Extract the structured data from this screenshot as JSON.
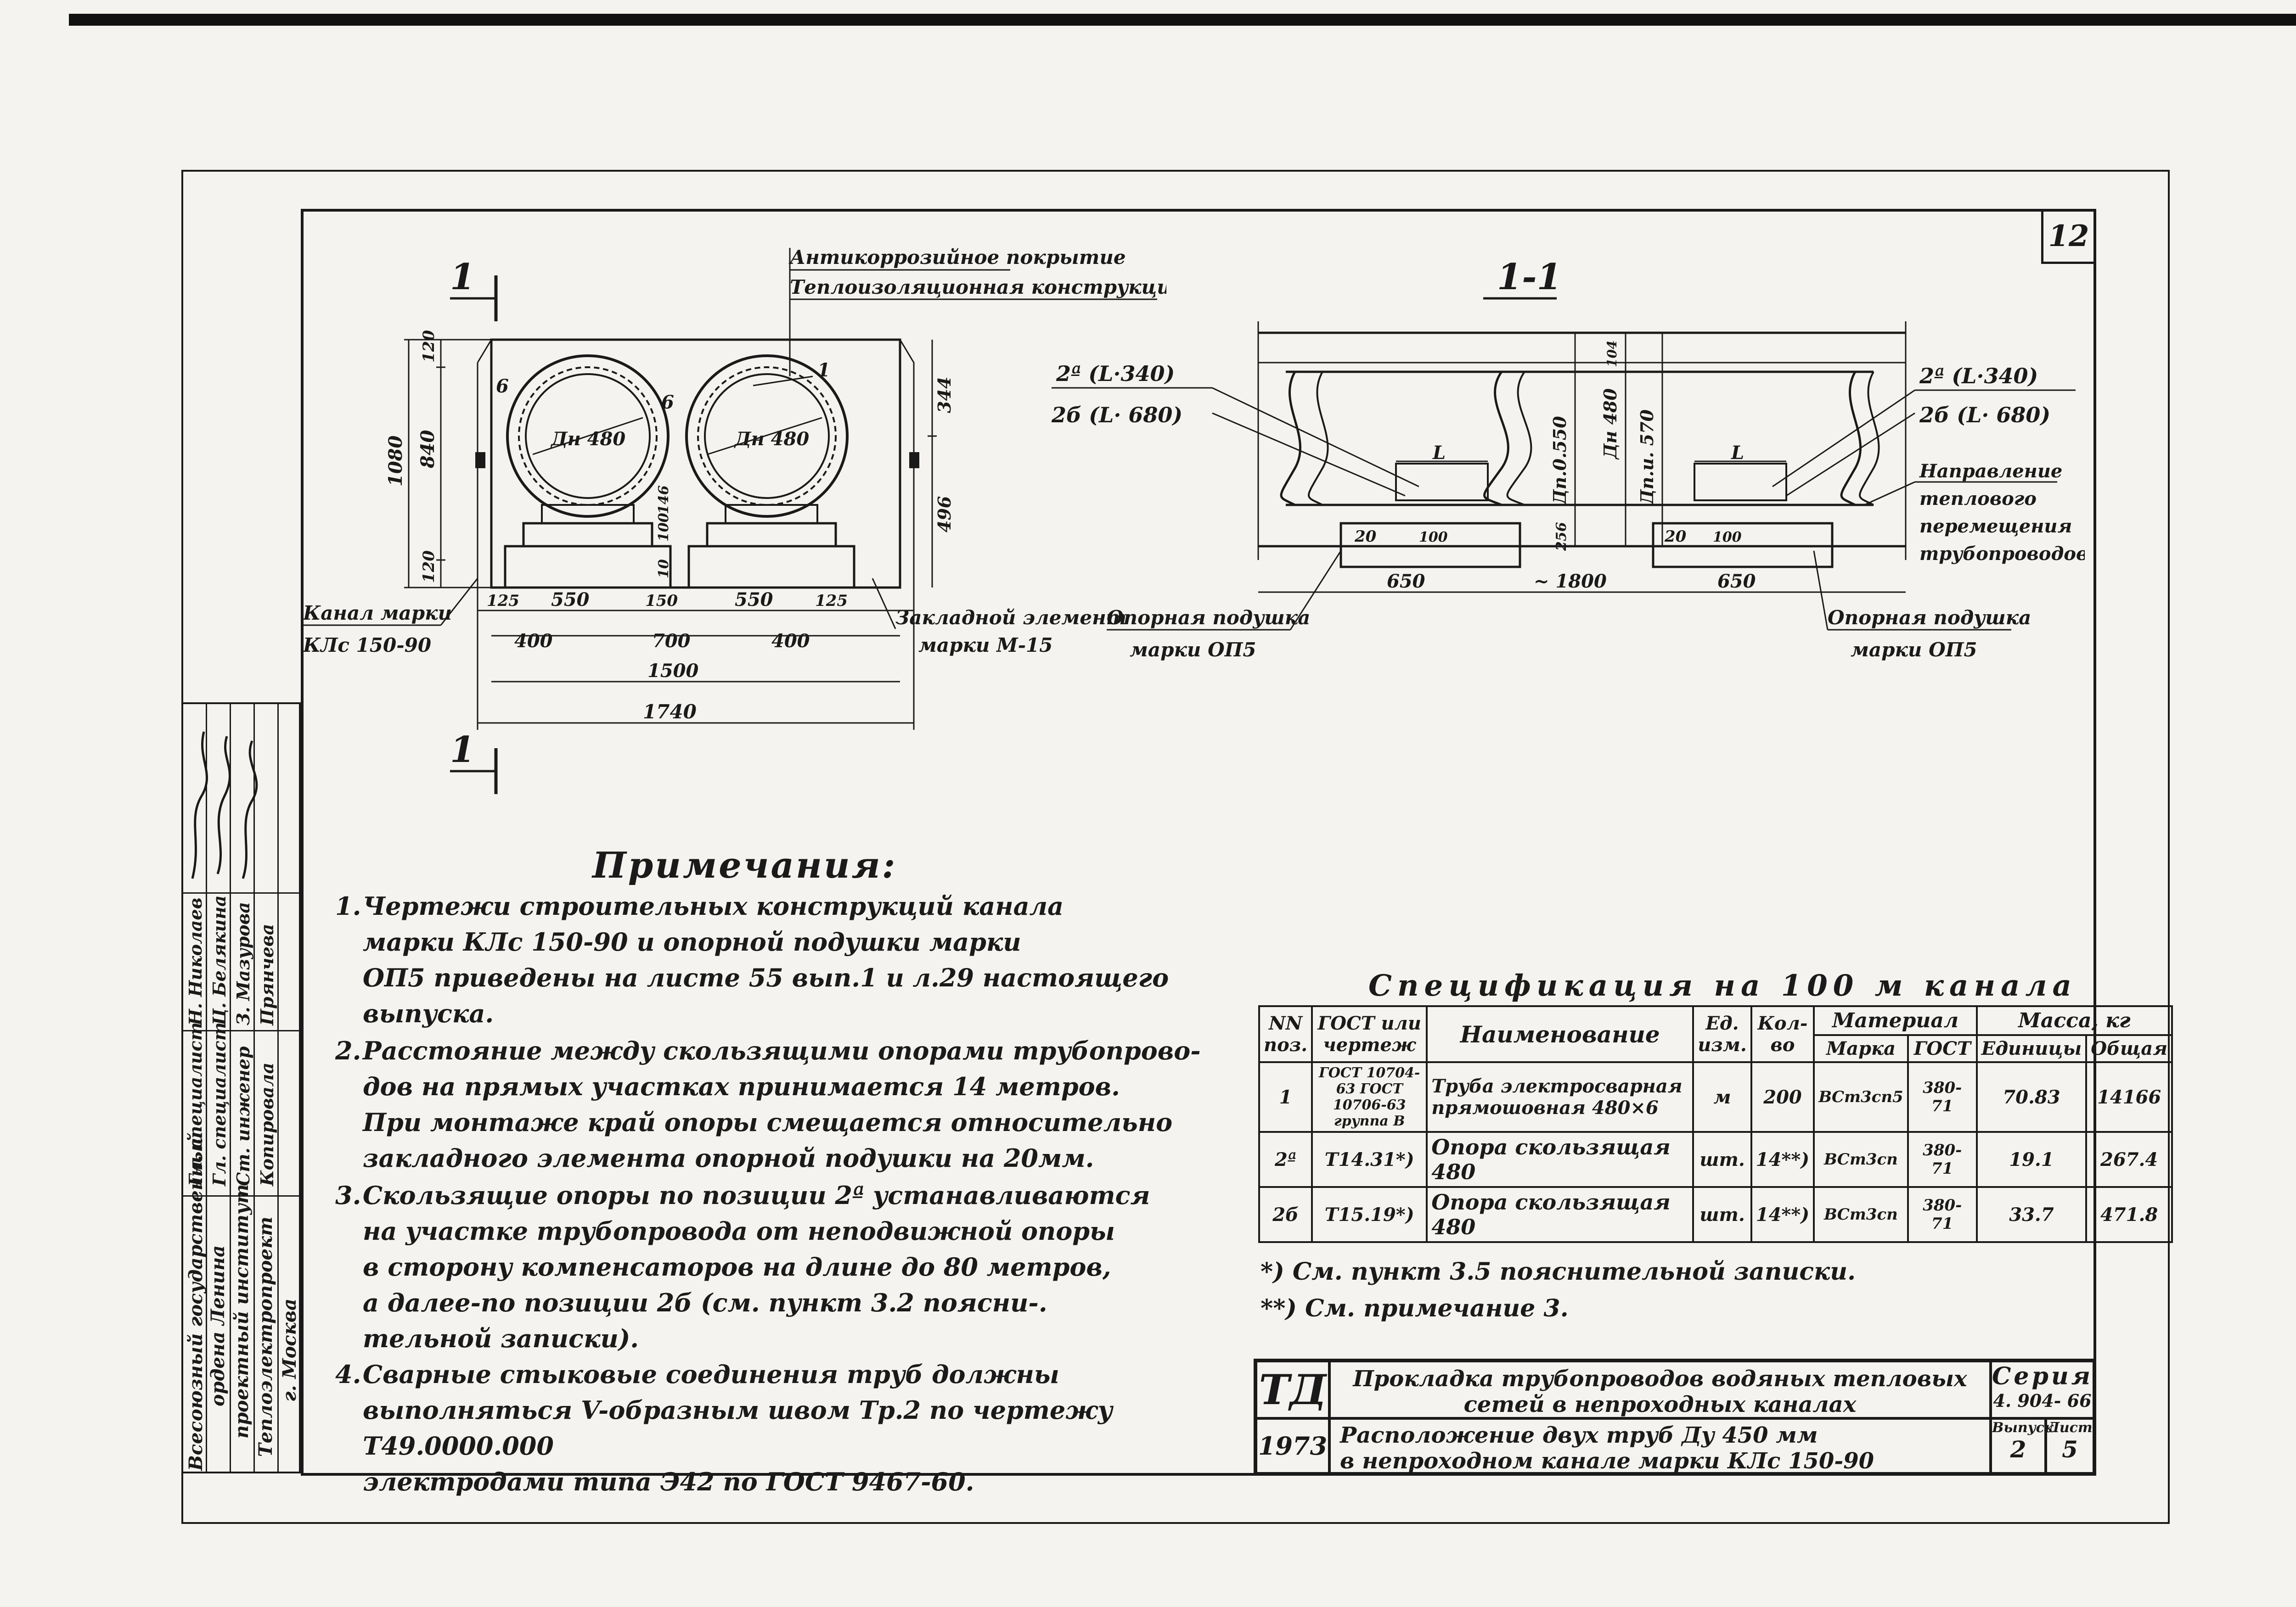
{
  "sheet_number": "12",
  "section_label": "1-1",
  "cut_label": "1",
  "left_drawing": {
    "callout_top_1": "Антикоррозийное покрытие",
    "callout_top_2": "Теплоизоляционная конструкция",
    "pipe_label": "Дн 480",
    "wall": "6",
    "pos_1": "1",
    "dims_vertical": [
      "1080",
      "840",
      "120",
      "120"
    ],
    "dims_right": [
      "344",
      "496"
    ],
    "dims_inner": [
      "100",
      "146",
      "10"
    ],
    "dims_bottom_row1": [
      "125",
      "550",
      "150",
      "550",
      "125"
    ],
    "dims_bottom_row2": [
      "400",
      "700",
      "400"
    ],
    "dim_1500": "1500",
    "dim_1740": "1740",
    "channel_label": "Канал марки",
    "channel_mark": "КЛс 150-90",
    "embed_label": "Закладной элемент",
    "embed_mark": "марки М-15"
  },
  "right_drawing": {
    "left_pos_a": "2ª (L·340)",
    "left_pos_b": "2б (L· 680)",
    "right_pos_a": "2ª (L·340)",
    "right_pos_b": "2б (L· 680)",
    "dims_v": [
      "Дп.0.550",
      "Дн 480",
      "Дп.и. 570",
      "104",
      "256"
    ],
    "L": "L",
    "d20": "20",
    "d100": "100",
    "dims_bottom": [
      "650",
      "~ 1800",
      "650"
    ],
    "support_label": "Опорная подушка",
    "support_mark": "марки ОП5",
    "direction": [
      "Направление",
      "теплового",
      "перемещения",
      "трубопроводов"
    ]
  },
  "stamp": {
    "org": [
      "Всесоюзный государственный",
      "ордена Ленина",
      "проектный институт",
      "Теплоэлектропроект",
      "г. Москва"
    ],
    "roles": [
      "Гл. специалист",
      "Гл. специалист",
      "Ст. инженер",
      "Копировала"
    ],
    "names": [
      "Н. Николаев",
      "Ц. Белякина",
      "З. Мазурова",
      "Прянчева"
    ]
  },
  "notes": {
    "title": "Примечания:",
    "items": [
      {
        "num": "1.",
        "lines": [
          "Чертежи строительных конструкций канала",
          "марки   КЛс 150-90   и опорной подушки марки",
          "ОП5  приведены  на  листе 55 вып.1 и л.29 настоящего",
          "выпуска."
        ]
      },
      {
        "num": "2.",
        "lines": [
          "Расстояние между скользящими опорами трубопрово-",
          "дов на прямых участках принимается  14   метров.",
          "При монтаже край опоры смещается относительно",
          "закладного элемента опорной подушки на 20мм."
        ]
      },
      {
        "num": "3.",
        "lines": [
          "Скользящие опоры по позиции 2ª устанавливаются",
          "на участке трубопровода от неподвижной опоры",
          "в сторону компенсаторов на длине до 80 метров,",
          "а далее-по позиции 2б (см. пункт 3.2   поясни-.",
          "тельной записки)."
        ]
      },
      {
        "num": "4.",
        "lines": [
          "Сварные стыковые соединения труб должны",
          "выполняться  V-образным  швом Тр.2 по чертежу Т49.0000.000",
          "электродами типа Э42 по ГОСТ 9467-60."
        ]
      }
    ]
  },
  "spec": {
    "title": "Спецификация на 100 м канала",
    "headers": {
      "nn": "NN поз.",
      "gost": "ГОСТ или чертеж",
      "name": "Наименование",
      "unit": "Ед. изм.",
      "qty": "Кол-во",
      "material": "Материал",
      "marka": "Марка",
      "gost2": "ГОСТ",
      "mass": "Масса, кг",
      "unit_mass": "Единицы",
      "total": "Общая"
    },
    "rows": [
      {
        "pos": "1",
        "gost": "ГОСТ 10704-63 ГОСТ 10706-63 группа В",
        "name": "Труба электросварная прямошовная 480×6",
        "unit": "м",
        "qty": "200",
        "marka": "ВСт3сп5",
        "gost2": "380-71",
        "unit_mass": "70.83",
        "total": "14166"
      },
      {
        "pos": "2ª",
        "gost": "Т14.31*)",
        "name": "Опора скользящая 480",
        "unit": "шт.",
        "qty": "14**)",
        "marka": "ВСт3сп",
        "gost2": "380-71",
        "unit_mass": "19.1",
        "total": "267.4"
      },
      {
        "pos": "2б",
        "gost": "Т15.19*)",
        "name": "Опора скользящая 480",
        "unit": "шт.",
        "qty": "14**)",
        "marka": "ВСт3сп",
        "gost2": "380-71",
        "unit_mass": "33.7",
        "total": "471.8"
      }
    ],
    "footnote1": "*) См. пункт 3.5    пояснительной записки.",
    "footnote2": "**) См. примечание 3."
  },
  "title_block": {
    "td": "ТД",
    "year": "1973",
    "title1": "Прокладка трубопроводов водяных тепловых",
    "title2": "сетей в непроходных каналах",
    "sub1": "Расположение двух труб Ду 450 мм",
    "sub2": "в непроходном канале марки   КЛс 150-90",
    "series_label": "Серия",
    "series": "4. 904- 66",
    "issue_label": "Выпуск",
    "issue": "2",
    "sheet_label": "Лист",
    "sheet": "5"
  }
}
